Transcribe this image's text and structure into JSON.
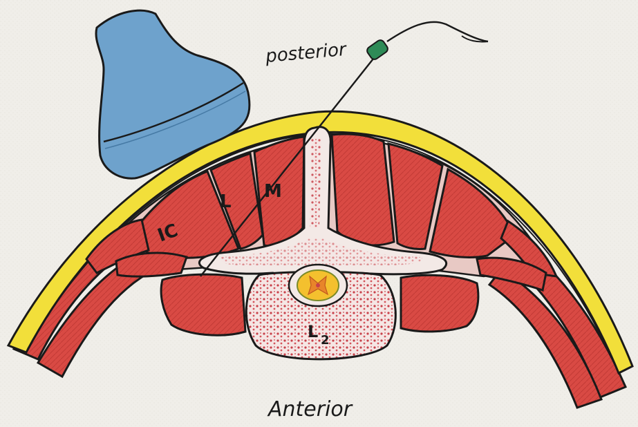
{
  "labels": {
    "top": "posterior",
    "bottom": "Anterior",
    "muscle_ic": "IC",
    "muscle_l": "L",
    "muscle_m": "M",
    "vertebra": "L",
    "vertebra_sub": "2"
  },
  "colors": {
    "canvas": "#f0eee9",
    "skin_fat": "#f2df3a",
    "muscle": "#d94a44",
    "muscle_dark": "#c23a36",
    "bone": "#f3e9e6",
    "marrow": "#c8414a",
    "probe": "#6ea2cc",
    "needle_hub": "#2e8b57",
    "outline": "#1a1a1a",
    "cord_yellow": "#f4c02e",
    "cord_orange": "#e8852a"
  },
  "icons": {
    "probe": "ultrasound-probe-icon",
    "needle": "needle-icon"
  }
}
